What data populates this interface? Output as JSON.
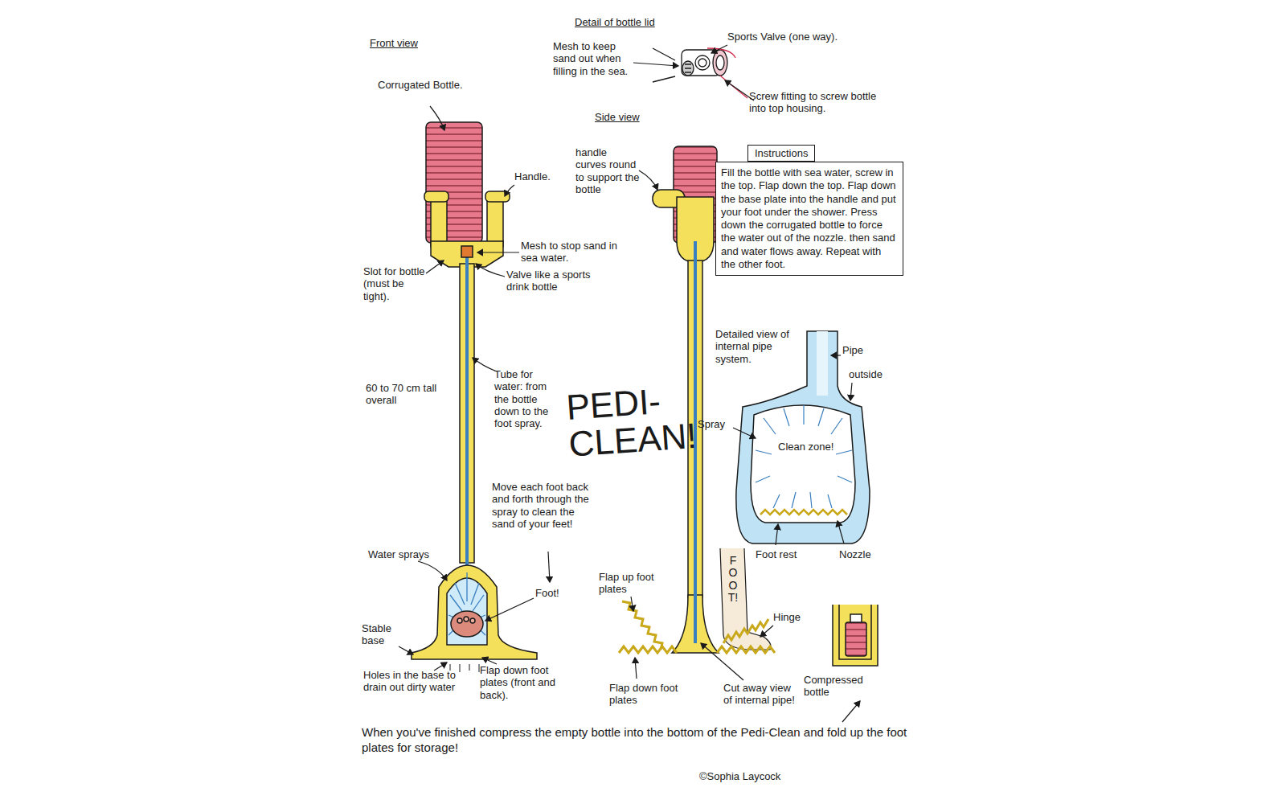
{
  "diagram": {
    "title": "PEDI-CLEAN!",
    "caption": "When you've finished compress the empty bottle into the bottom of the Pedi-Clean and fold up the foot plates for storage!",
    "nodes": [
      {
        "text": [
          "Instructions",
          "Fill the bottle with sea water, screw in the top. Flap down the top. Flap down the base plate into the handle and put your foot under the shower. Press down the corrugated bottle to force the water out of the nozzle. then sand and water flows away. Repeat with the other foot."
        ]
      }
    ],
    "labels": [
      "Front view",
      "Detail of bottle lid",
      "Mesh to keep sand out when filling in the sea.",
      "Sports Valve (one way).",
      "Screw fitting to screw bottle into top housing.",
      "Side view",
      "Corrugated Bottle.",
      "Handle.",
      "handle curves round to support the bottle",
      "Slot for bottle (must be tight).",
      "Mesh to stop sand in sea water.",
      "Valve like a sports drink bottle",
      "Tube for water: from the bottle down to the foot spray.",
      "60 to 70 cm tall overall",
      "Detailed view of internal pipe system.",
      "Pipe",
      "outside",
      "Spray",
      "Clean zone!",
      "Foot rest",
      "Nozzle",
      "Move each foot back and forth through the spray to clean the sand of your feet!",
      "Water sprays",
      "Foot!",
      "Stable base",
      "Holes in the base to drain out dirty water",
      "Flap down foot plates (front and back).",
      "Flap up foot plates",
      "FOOT!",
      "Hinge",
      "Flap down foot plates",
      "Cut away view of internal pipe!",
      "Compressed bottle",
      "©Sophia Laycock"
    ]
  }
}
